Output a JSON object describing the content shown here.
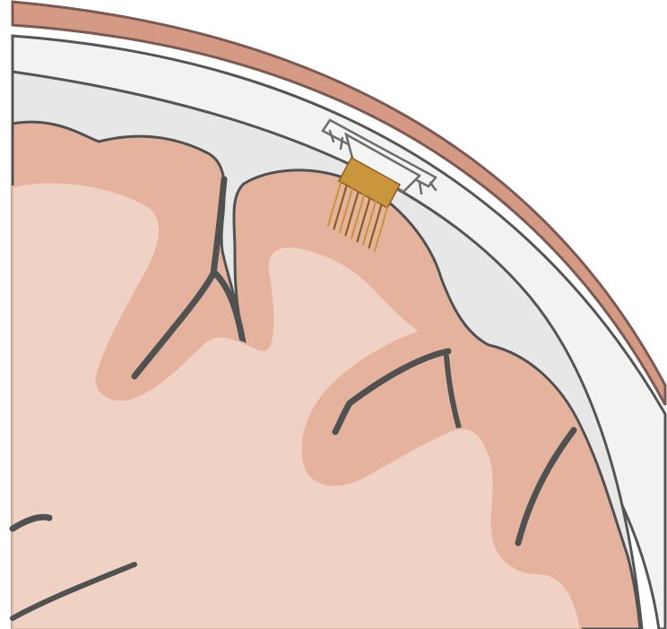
{
  "illustration": {
    "subject": "",
    "colors": {
      "background": "#ffffff",
      "scalp": "#d59a84",
      "scalp_edge": "#7a5a52",
      "skull_bone": "#f2f2f0",
      "skull_edge": "#555555",
      "meninges": "#e6e7e6",
      "cortex_grey_matter": "#e5b39d",
      "white_matter": "#f0d2c4",
      "sulcus_line": "#4f5251",
      "implant_base": "#f4f4f2",
      "implant_edge": "#6d6d6d",
      "electrode_array": "#c9953d",
      "electrode_array_dark": "#8a5d1c"
    },
    "parts": [
      {
        "id": "scalp",
        "icon": "scalp-layer"
      },
      {
        "id": "skull",
        "icon": "skull-layer"
      },
      {
        "id": "meninges",
        "icon": "meninges-layer"
      },
      {
        "id": "cortex",
        "icon": "cortex-gyri"
      },
      {
        "id": "white-matter",
        "icon": "white-matter"
      },
      {
        "id": "implant",
        "icon": "intracortical-implant"
      },
      {
        "id": "electrode-array",
        "icon": "microelectrode-array"
      }
    ],
    "electrode_count": 9
  }
}
